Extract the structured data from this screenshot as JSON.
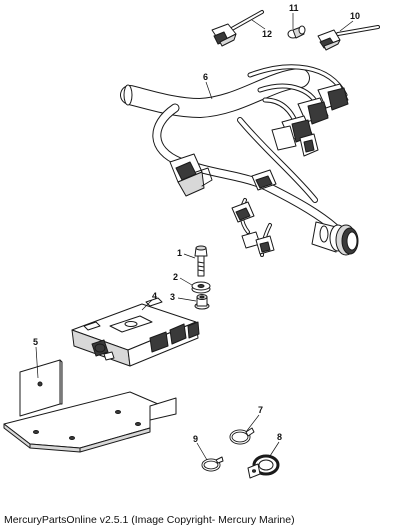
{
  "callouts": {
    "c1": "1",
    "c2": "2",
    "c3": "3",
    "c4": "4",
    "c5": "5",
    "c6": "6",
    "c7": "7",
    "c8": "8",
    "c9": "9",
    "c10": "10",
    "c11": "11",
    "c12": "12"
  },
  "footer": {
    "caption": "MercuryPartsOnline v2.5.1 (Image Copyright- Mercury Marine)"
  },
  "colors": {
    "line": "#1a1a1a",
    "body": "#ffffff",
    "shade": "#d8d8d8",
    "dark": "#3a3a3a"
  }
}
